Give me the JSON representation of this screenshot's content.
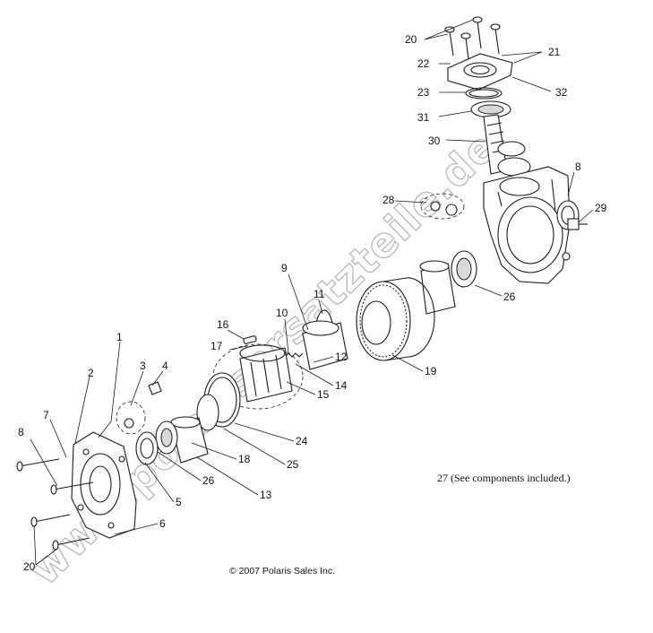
{
  "diagram": {
    "callouts": [
      {
        "key": "c20a",
        "text": "20"
      },
      {
        "key": "c21",
        "text": "21"
      },
      {
        "key": "c22",
        "text": "22"
      },
      {
        "key": "c32",
        "text": "32"
      },
      {
        "key": "c23",
        "text": "23"
      },
      {
        "key": "c31",
        "text": "31"
      },
      {
        "key": "c30",
        "text": "30"
      },
      {
        "key": "c8a",
        "text": "8"
      },
      {
        "key": "c28",
        "text": "28"
      },
      {
        "key": "c29",
        "text": "29"
      },
      {
        "key": "c26a",
        "text": "26"
      },
      {
        "key": "c9",
        "text": "9"
      },
      {
        "key": "c11",
        "text": "11"
      },
      {
        "key": "c10",
        "text": "10"
      },
      {
        "key": "c16",
        "text": "16"
      },
      {
        "key": "c17",
        "text": "17"
      },
      {
        "key": "c12",
        "text": "12"
      },
      {
        "key": "c19",
        "text": "19"
      },
      {
        "key": "c14",
        "text": "14"
      },
      {
        "key": "c15",
        "text": "15"
      },
      {
        "key": "c1",
        "text": "1"
      },
      {
        "key": "c2",
        "text": "2"
      },
      {
        "key": "c3",
        "text": "3"
      },
      {
        "key": "c4",
        "text": "4"
      },
      {
        "key": "c7",
        "text": "7"
      },
      {
        "key": "c8b",
        "text": "8"
      },
      {
        "key": "c24",
        "text": "24"
      },
      {
        "key": "c18",
        "text": "18"
      },
      {
        "key": "c25",
        "text": "25"
      },
      {
        "key": "c26b",
        "text": "26"
      },
      {
        "key": "c5",
        "text": "5"
      },
      {
        "key": "c13",
        "text": "13"
      },
      {
        "key": "c6",
        "text": "6"
      },
      {
        "key": "c20b",
        "text": "20"
      }
    ],
    "note": "27  (See components included.)",
    "copyright": "© 2007 Polaris Sales Inc.",
    "watermark": "www.polarisersatzteile.de"
  }
}
